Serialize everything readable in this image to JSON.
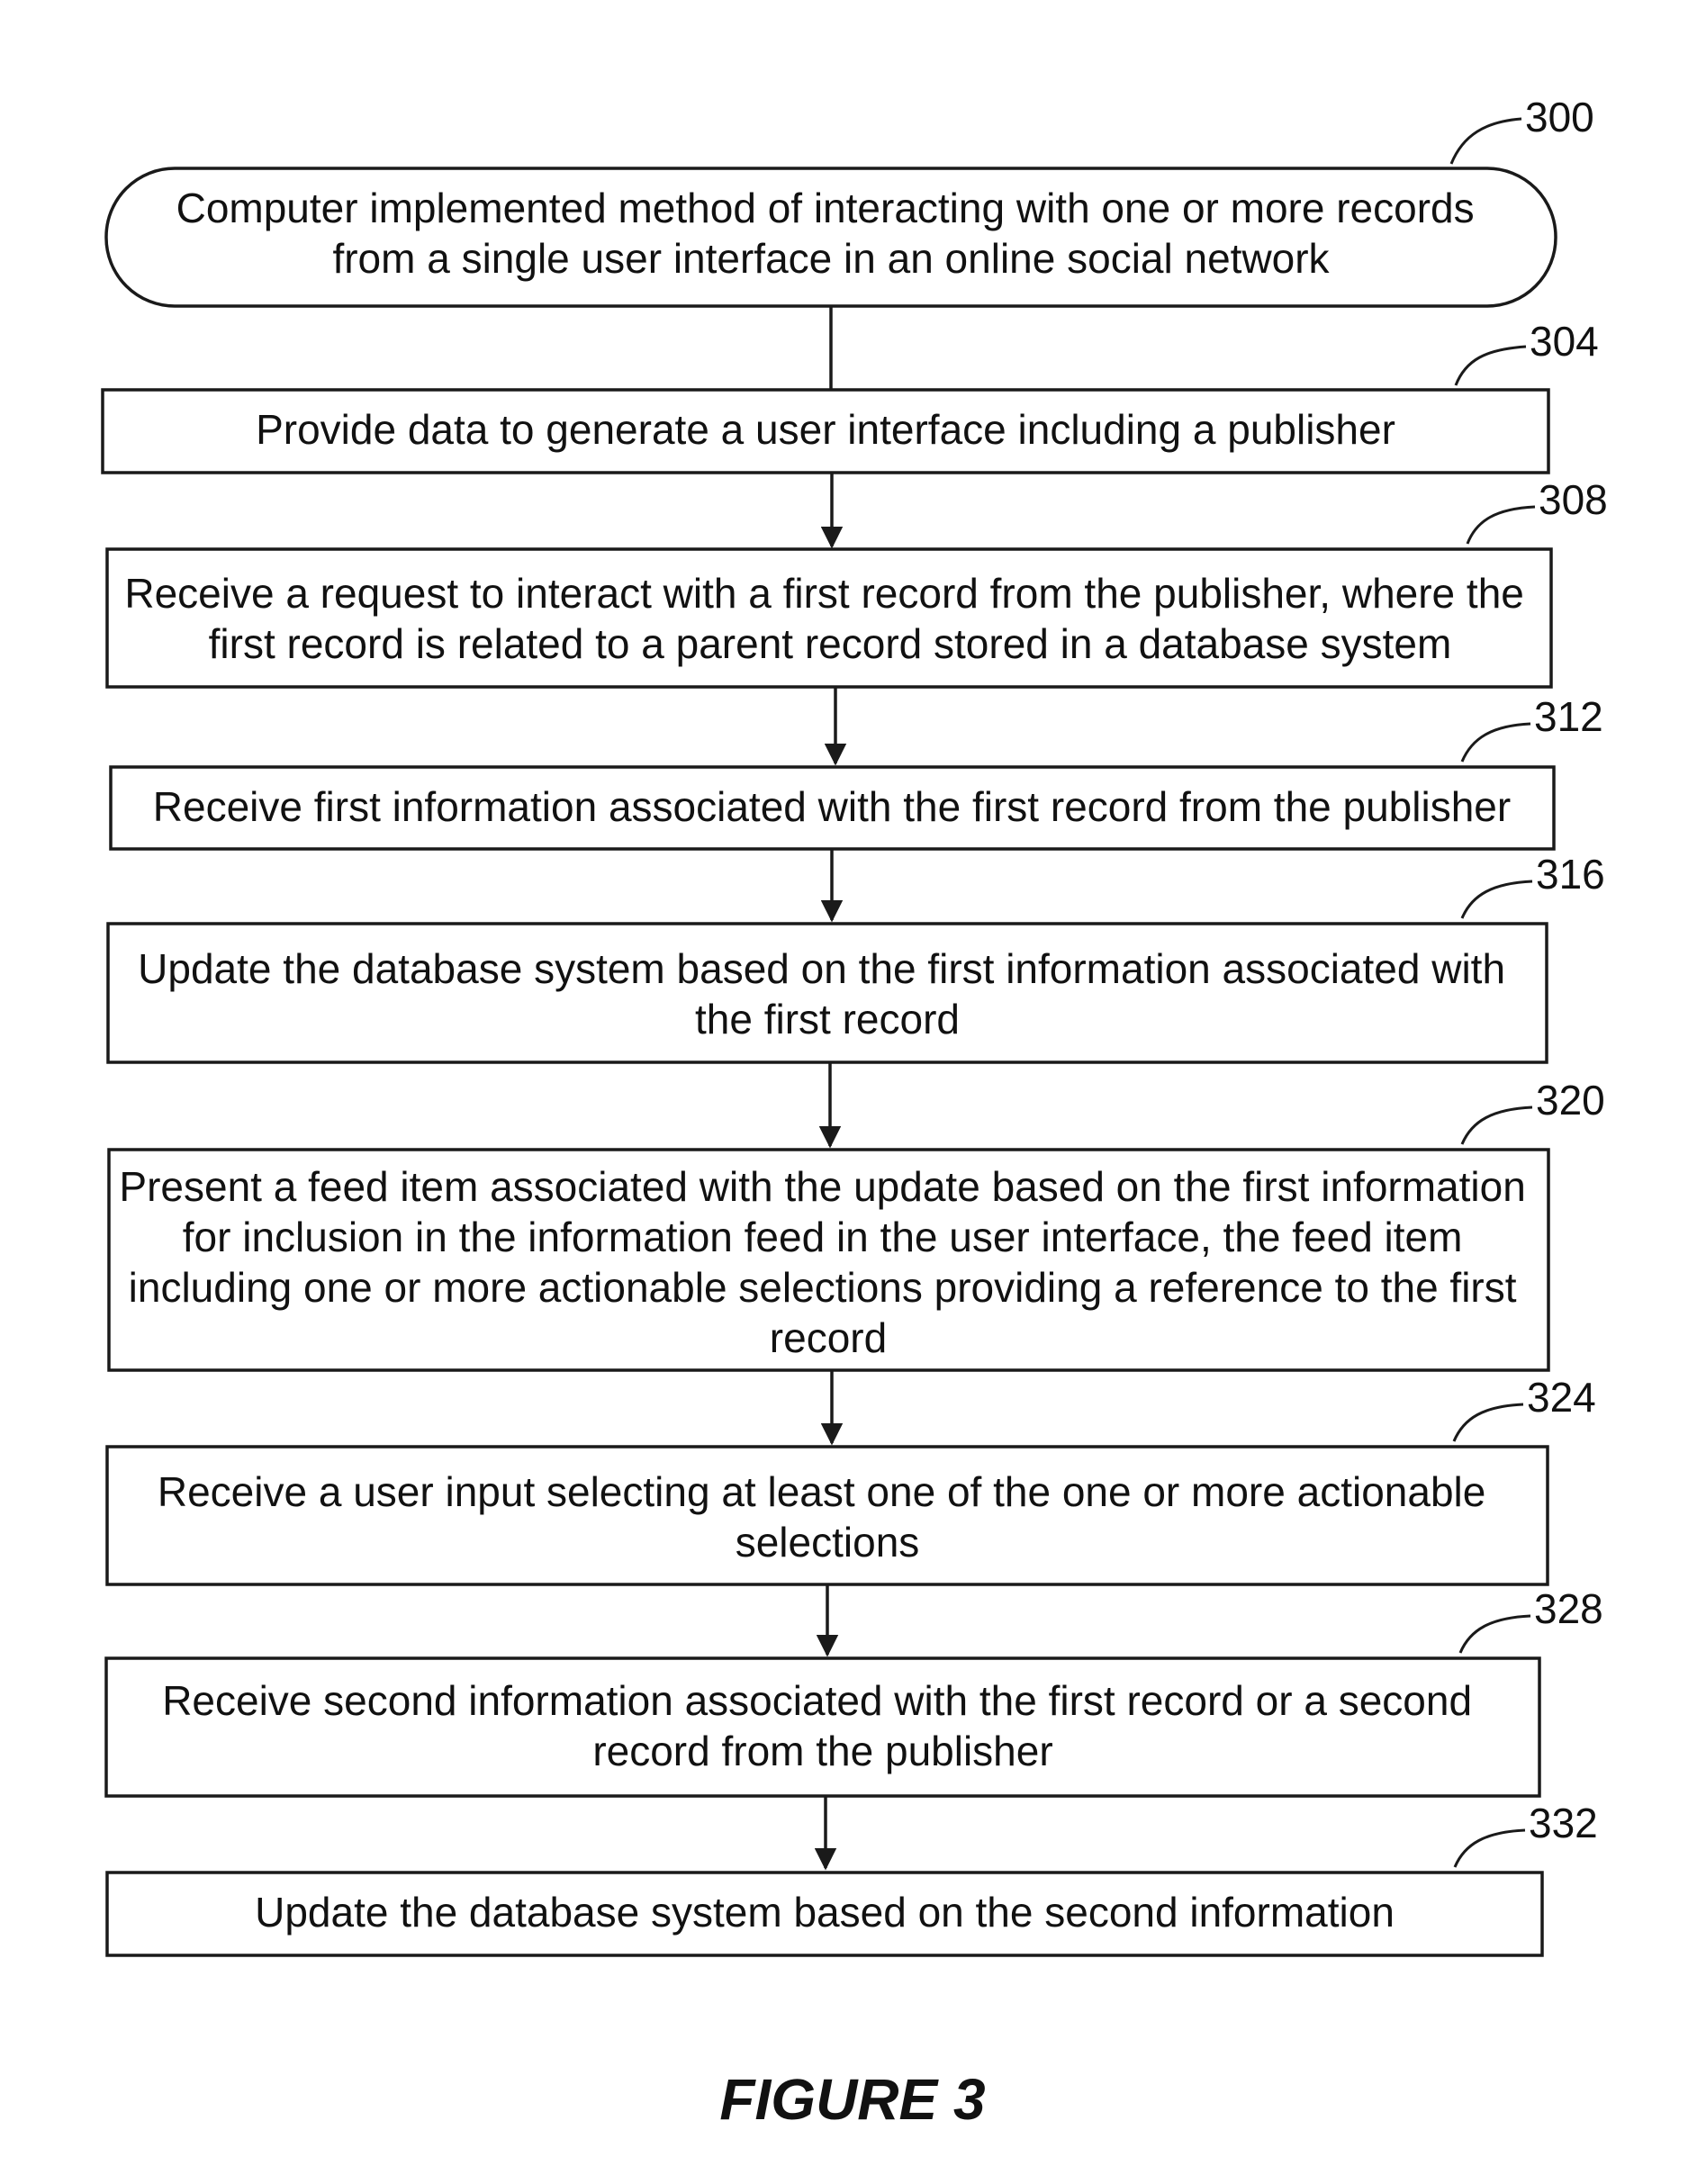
{
  "diagram": {
    "start": {
      "ref": "300",
      "lines": [
        "Computer implemented method of interacting with one or more records",
        "from a single user interface in an online social network"
      ]
    },
    "steps": [
      {
        "ref": "304",
        "lines": [
          "Provide data to generate a user interface including a publisher"
        ]
      },
      {
        "ref": "308",
        "lines": [
          "Receive a request to interact with a first record from the publisher, where the",
          "first record is related to a parent record stored in a database system"
        ]
      },
      {
        "ref": "312",
        "lines": [
          "Receive first information associated with the first record from the publisher"
        ]
      },
      {
        "ref": "316",
        "lines": [
          "Update the database system based on the first information associated with",
          "the first record"
        ]
      },
      {
        "ref": "320",
        "lines": [
          "Present a feed item associated with the update based on the first information",
          "for inclusion in the information feed in the user interface, the feed item",
          "including one or more actionable selections providing a reference to the first",
          "record"
        ]
      },
      {
        "ref": "324",
        "lines": [
          "Receive a user input selecting at least one of the one or more actionable",
          "selections"
        ]
      },
      {
        "ref": "328",
        "lines": [
          "Receive second information associated with the first record or a second",
          "record from the publisher"
        ]
      },
      {
        "ref": "332",
        "lines": [
          "Update the database system based on the second information"
        ]
      }
    ],
    "caption": "FIGURE 3"
  }
}
